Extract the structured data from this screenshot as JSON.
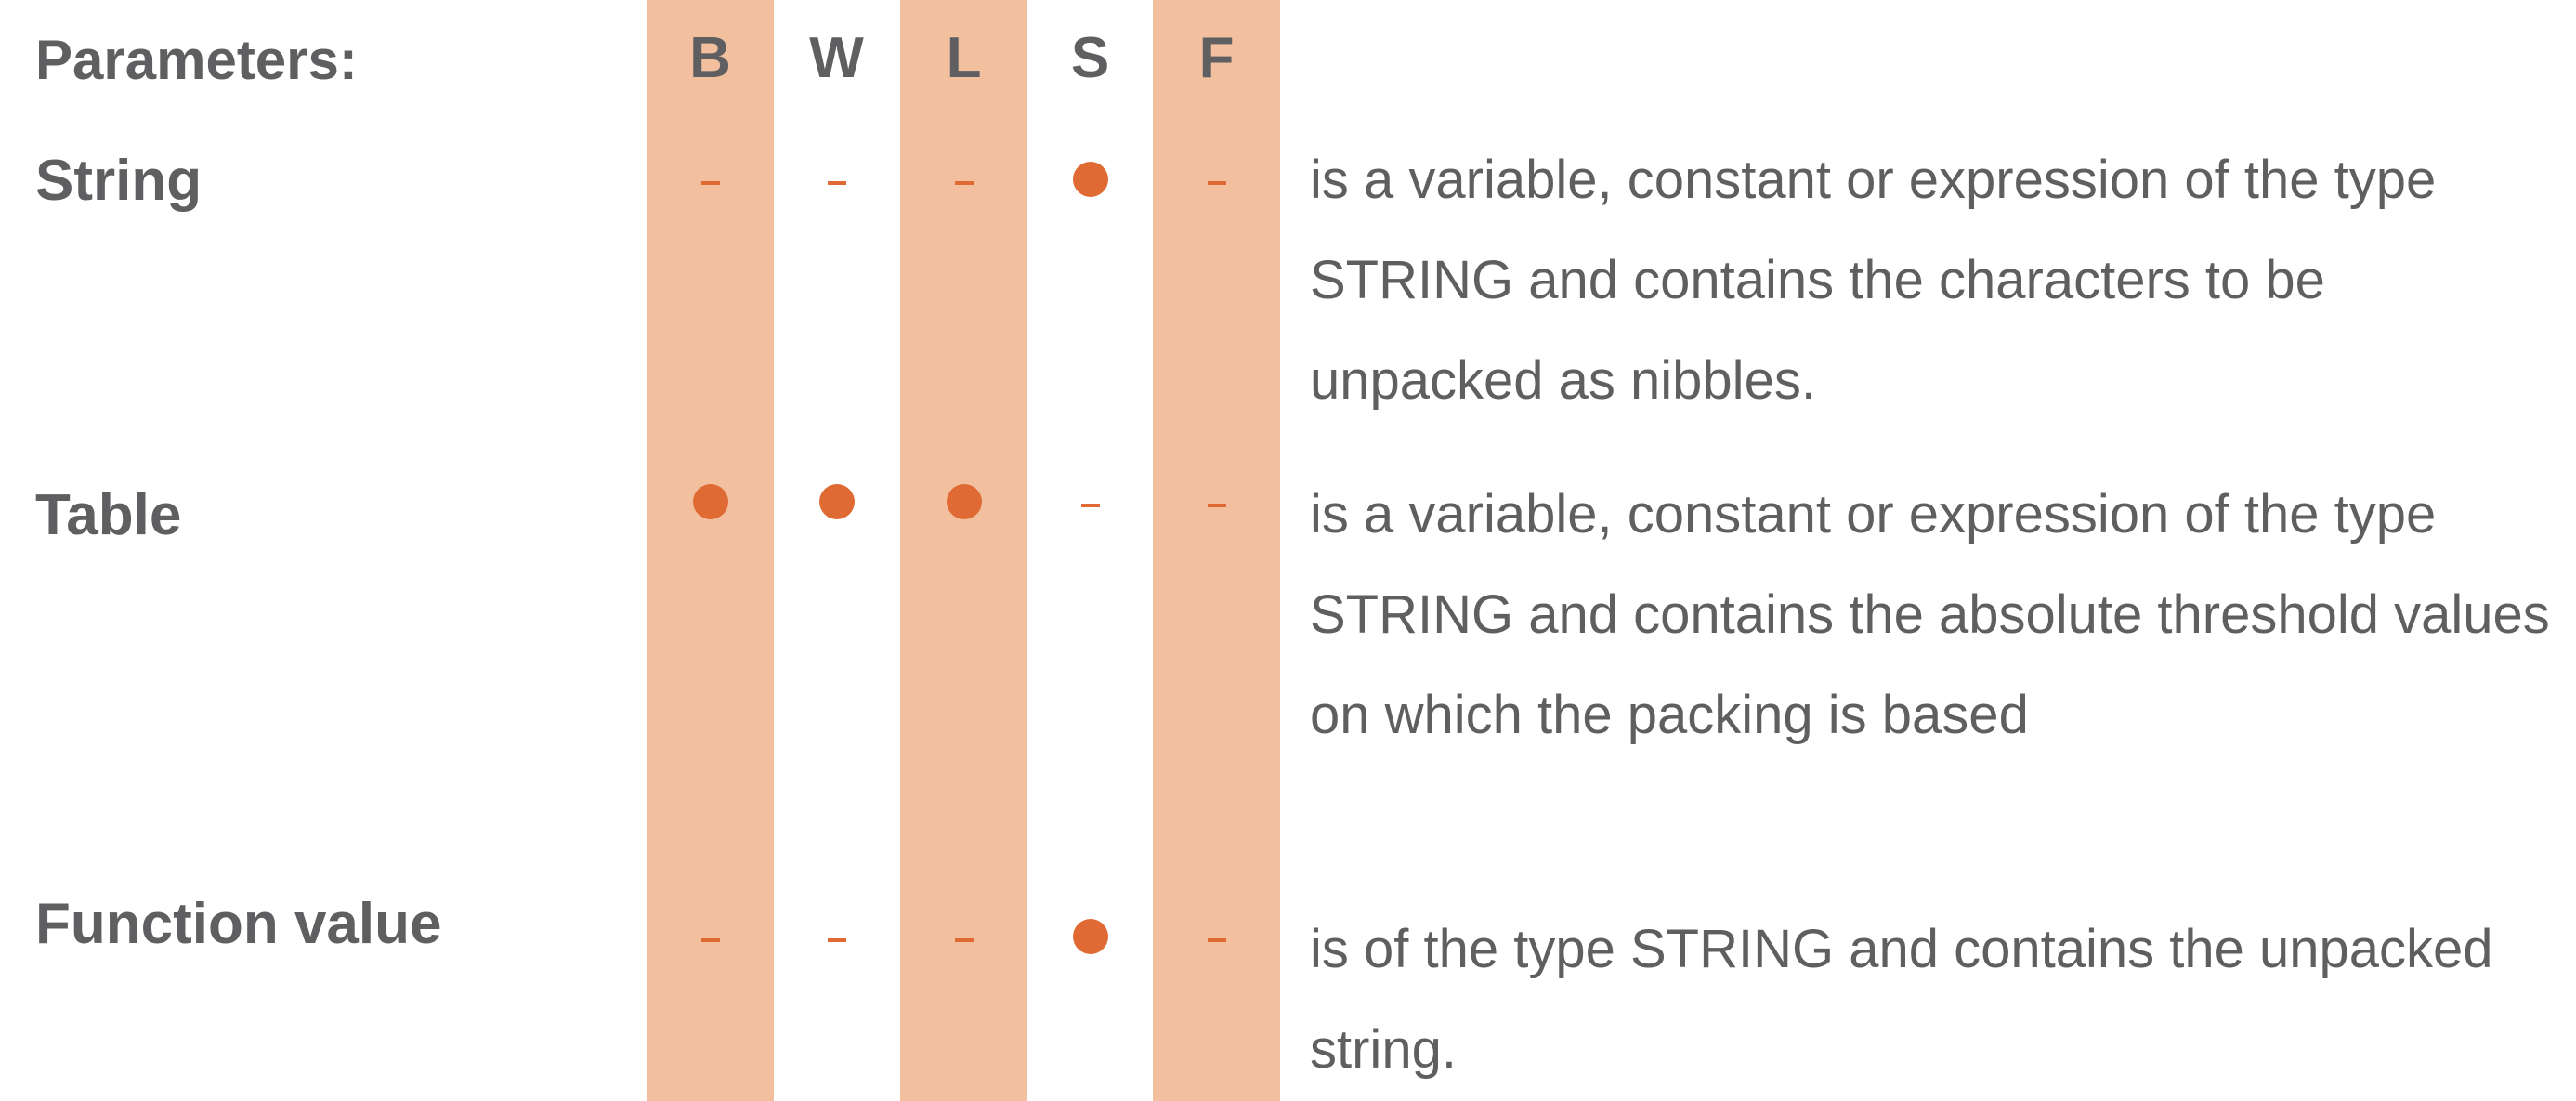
{
  "heading": "Parameters:",
  "columns": [
    "B",
    "W",
    "L",
    "S",
    "F"
  ],
  "accent_color": "#e06a33",
  "stripe_color": "#f2bf9f",
  "text_color": "#5f5f61",
  "params": [
    {
      "name": "String",
      "marks": [
        "dash",
        "dash",
        "dash",
        "dot",
        "dash"
      ],
      "description": "is a variable, constant or expression of the type STRING and contains the characters to be unpacked as nibbles."
    },
    {
      "name": "Table",
      "marks": [
        "dot",
        "dot",
        "dot",
        "dash",
        "dash"
      ],
      "description": "is a variable, constant or expression of the type STRING and contains the absolute threshold values on which the packing is based"
    },
    {
      "name": "Function value",
      "marks": [
        "dash",
        "dash",
        "dash",
        "dot",
        "dash"
      ],
      "description": "is of the type STRING and contains the unpacked string."
    }
  ]
}
